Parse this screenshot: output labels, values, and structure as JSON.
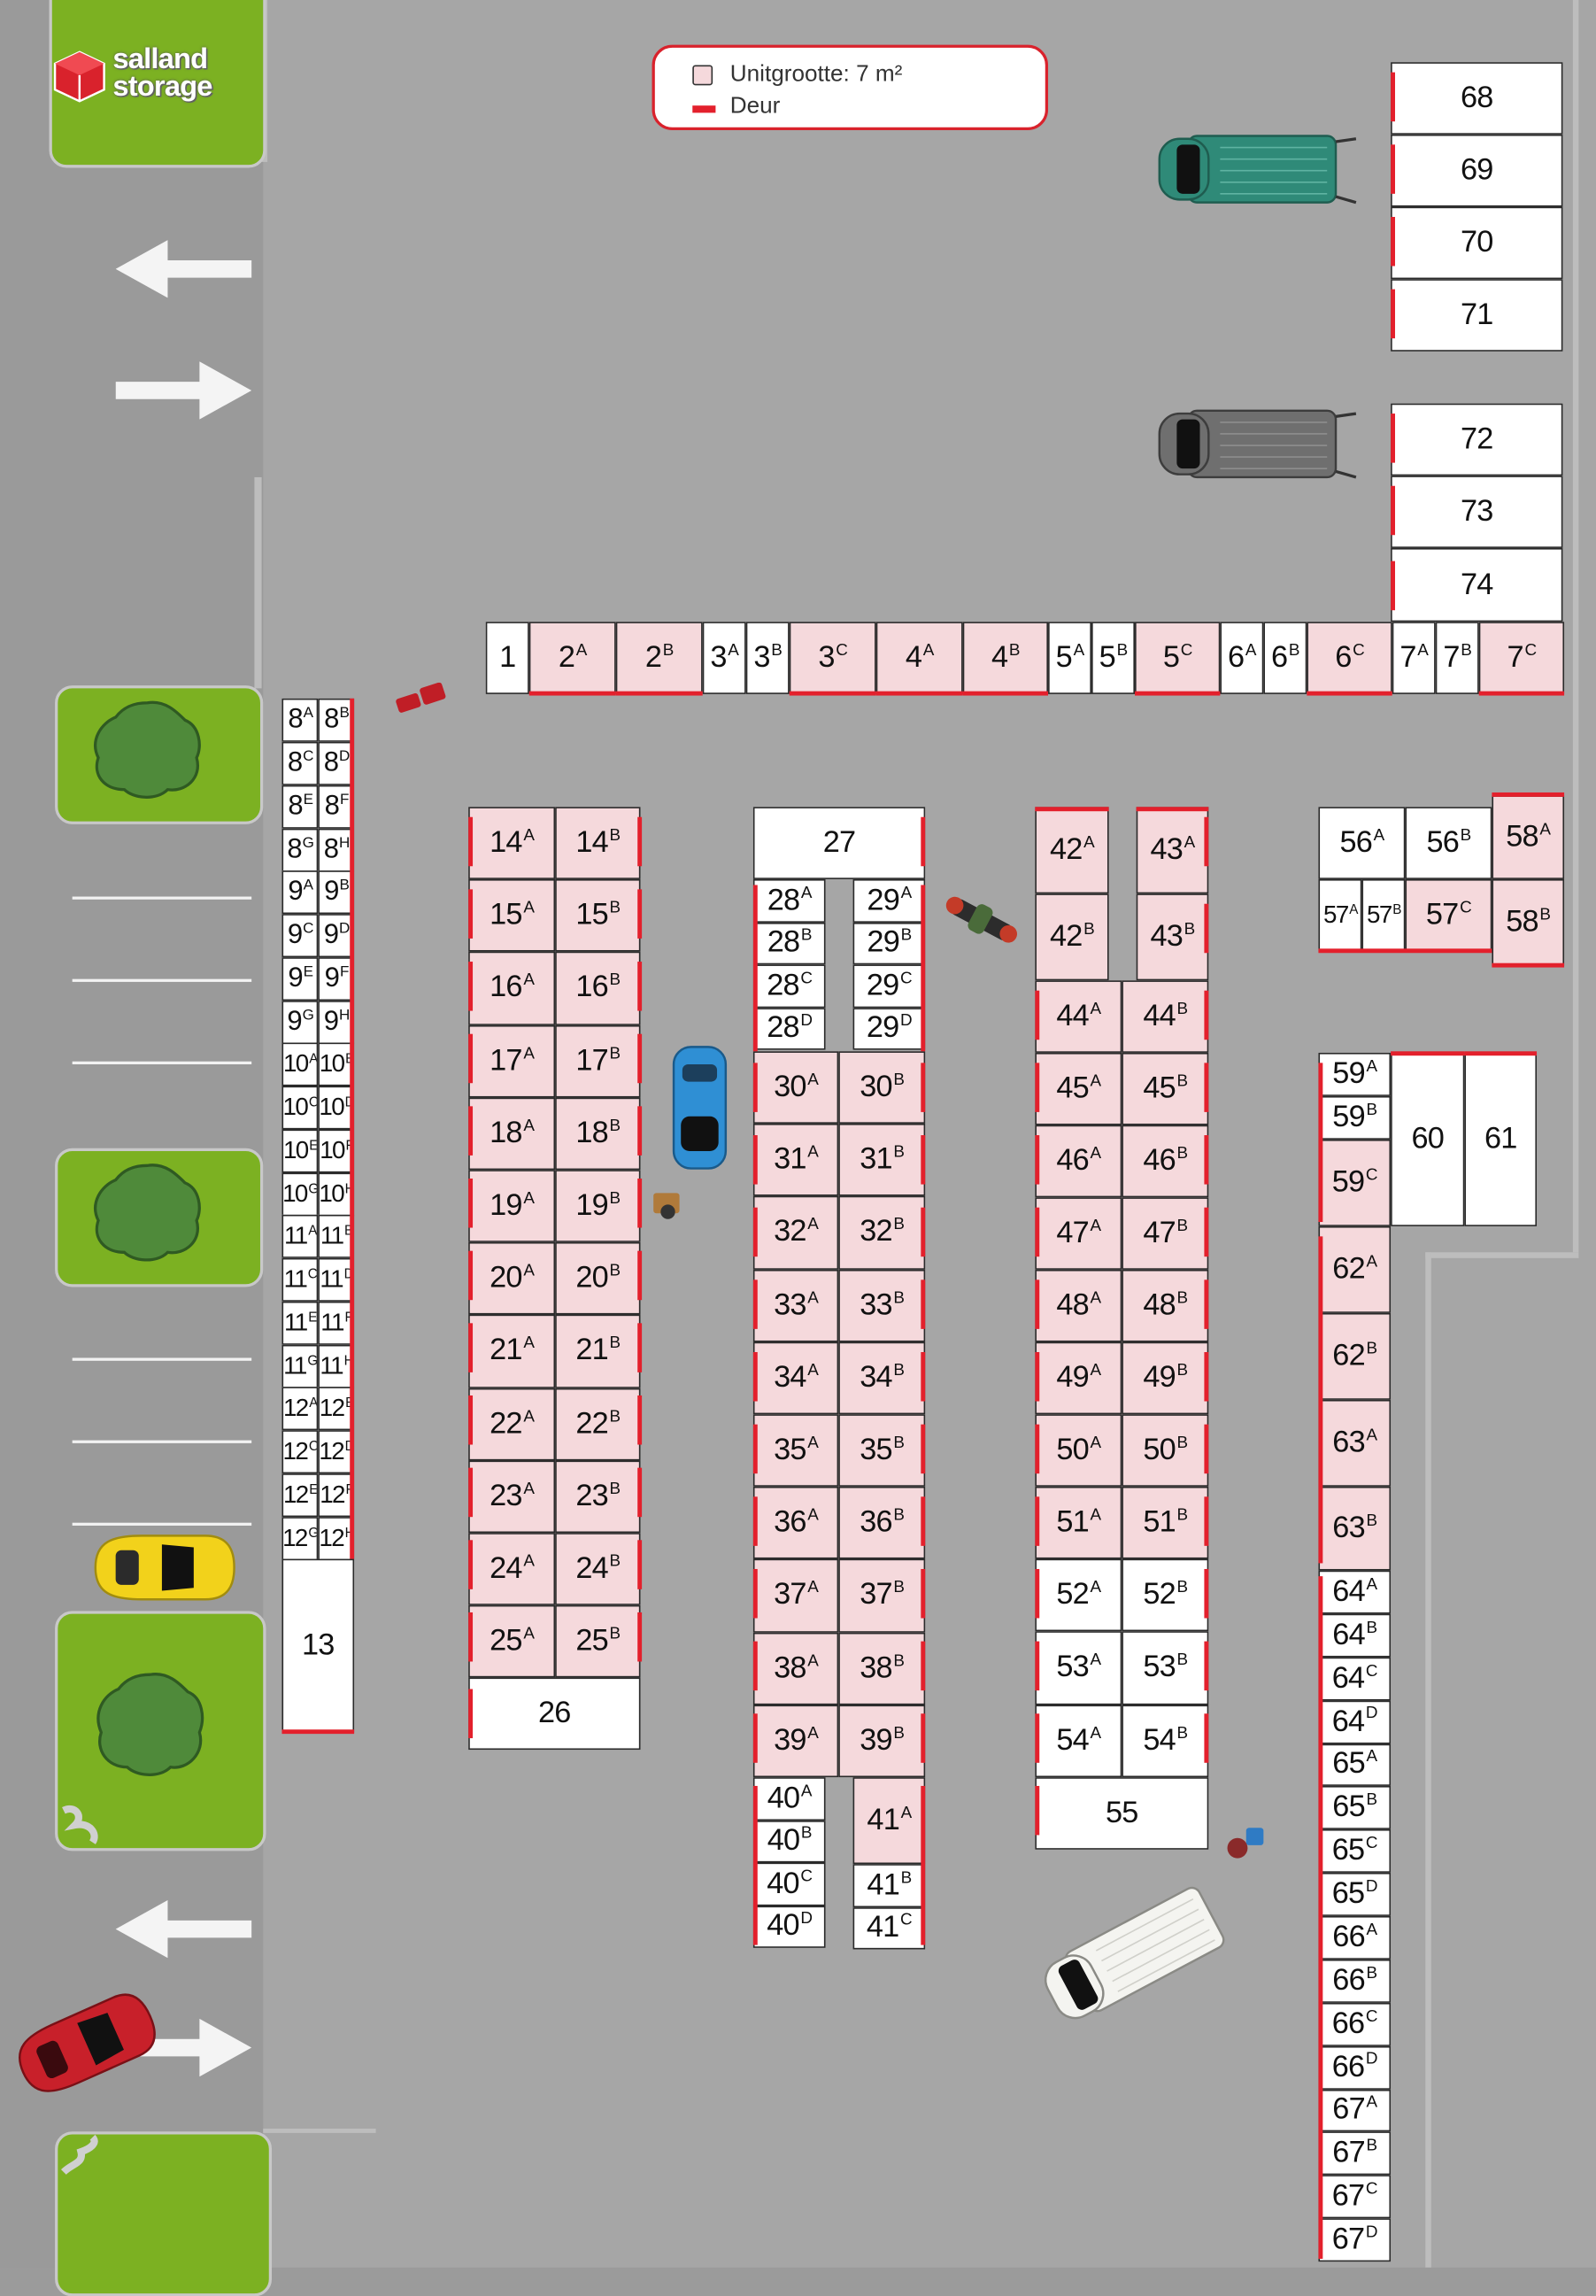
{
  "brand": {
    "name_line1": "salland",
    "name_line2": "storage"
  },
  "legend": {
    "unit_size": "Unitgrootte: 7 m²",
    "door": "Deur"
  },
  "colors": {
    "unit_highlight": "#f5d9dc",
    "door": "#e3202c",
    "grass": "#7cb122",
    "lot": "#a6a6a6"
  },
  "units": [
    {
      "id": "68",
      "l": "68"
    },
    {
      "id": "69",
      "l": "69"
    },
    {
      "id": "70",
      "l": "70"
    },
    {
      "id": "71",
      "l": "71"
    },
    {
      "id": "72",
      "l": "72"
    },
    {
      "id": "73",
      "l": "73"
    },
    {
      "id": "74",
      "l": "74"
    },
    {
      "id": "1",
      "l": "1"
    },
    {
      "id": "2A",
      "l": "2",
      "s": "A"
    },
    {
      "id": "2B",
      "l": "2",
      "s": "B"
    },
    {
      "id": "3A",
      "l": "3",
      "s": "A"
    },
    {
      "id": "3B",
      "l": "3",
      "s": "B"
    },
    {
      "id": "3C",
      "l": "3",
      "s": "C"
    },
    {
      "id": "4A",
      "l": "4",
      "s": "A"
    },
    {
      "id": "4B",
      "l": "4",
      "s": "B"
    },
    {
      "id": "5A",
      "l": "5",
      "s": "A"
    },
    {
      "id": "5B",
      "l": "5",
      "s": "B"
    },
    {
      "id": "5C",
      "l": "5",
      "s": "C"
    },
    {
      "id": "6A",
      "l": "6",
      "s": "A"
    },
    {
      "id": "6B",
      "l": "6",
      "s": "B"
    },
    {
      "id": "6C",
      "l": "6",
      "s": "C"
    },
    {
      "id": "7A",
      "l": "7",
      "s": "A"
    },
    {
      "id": "7B",
      "l": "7",
      "s": "B"
    },
    {
      "id": "7C",
      "l": "7",
      "s": "C"
    },
    {
      "id": "8A",
      "l": "8",
      "s": "A"
    },
    {
      "id": "8B",
      "l": "8",
      "s": "B"
    },
    {
      "id": "8C",
      "l": "8",
      "s": "C"
    },
    {
      "id": "8D",
      "l": "8",
      "s": "D"
    },
    {
      "id": "8E",
      "l": "8",
      "s": "E"
    },
    {
      "id": "8F",
      "l": "8",
      "s": "F"
    },
    {
      "id": "8G",
      "l": "8",
      "s": "G"
    },
    {
      "id": "8H",
      "l": "8",
      "s": "H"
    },
    {
      "id": "9A",
      "l": "9",
      "s": "A"
    },
    {
      "id": "9B",
      "l": "9",
      "s": "B"
    },
    {
      "id": "9C",
      "l": "9",
      "s": "C"
    },
    {
      "id": "9D",
      "l": "9",
      "s": "D"
    },
    {
      "id": "9E",
      "l": "9",
      "s": "E"
    },
    {
      "id": "9F",
      "l": "9",
      "s": "F"
    },
    {
      "id": "9G",
      "l": "9",
      "s": "G"
    },
    {
      "id": "9H",
      "l": "9",
      "s": "H"
    },
    {
      "id": "10A",
      "l": "10",
      "s": "A"
    },
    {
      "id": "10B",
      "l": "10",
      "s": "B"
    },
    {
      "id": "10C",
      "l": "10",
      "s": "C"
    },
    {
      "id": "10D",
      "l": "10",
      "s": "D"
    },
    {
      "id": "10E",
      "l": "10",
      "s": "E"
    },
    {
      "id": "10F",
      "l": "10",
      "s": "F"
    },
    {
      "id": "10G",
      "l": "10",
      "s": "G"
    },
    {
      "id": "10H",
      "l": "10",
      "s": "H"
    },
    {
      "id": "11A",
      "l": "11",
      "s": "A"
    },
    {
      "id": "11B",
      "l": "11",
      "s": "B"
    },
    {
      "id": "11C",
      "l": "11",
      "s": "C"
    },
    {
      "id": "11D",
      "l": "11",
      "s": "D"
    },
    {
      "id": "11E",
      "l": "11",
      "s": "E"
    },
    {
      "id": "11F",
      "l": "11",
      "s": "F"
    },
    {
      "id": "11G",
      "l": "11",
      "s": "G"
    },
    {
      "id": "11H",
      "l": "11",
      "s": "H"
    },
    {
      "id": "12A",
      "l": "12",
      "s": "A"
    },
    {
      "id": "12B",
      "l": "12",
      "s": "B"
    },
    {
      "id": "12C",
      "l": "12",
      "s": "C"
    },
    {
      "id": "12D",
      "l": "12",
      "s": "D"
    },
    {
      "id": "12E",
      "l": "12",
      "s": "E"
    },
    {
      "id": "12F",
      "l": "12",
      "s": "F"
    },
    {
      "id": "12G",
      "l": "12",
      "s": "G"
    },
    {
      "id": "12H",
      "l": "12",
      "s": "H"
    },
    {
      "id": "13",
      "l": "13"
    },
    {
      "id": "14A",
      "l": "14",
      "s": "A"
    },
    {
      "id": "14B",
      "l": "14",
      "s": "B"
    },
    {
      "id": "15A",
      "l": "15",
      "s": "A"
    },
    {
      "id": "15B",
      "l": "15",
      "s": "B"
    },
    {
      "id": "16A",
      "l": "16",
      "s": "A"
    },
    {
      "id": "16B",
      "l": "16",
      "s": "B"
    },
    {
      "id": "17A",
      "l": "17",
      "s": "A"
    },
    {
      "id": "17B",
      "l": "17",
      "s": "B"
    },
    {
      "id": "18A",
      "l": "18",
      "s": "A"
    },
    {
      "id": "18B",
      "l": "18",
      "s": "B"
    },
    {
      "id": "19A",
      "l": "19",
      "s": "A"
    },
    {
      "id": "19B",
      "l": "19",
      "s": "B"
    },
    {
      "id": "20A",
      "l": "20",
      "s": "A"
    },
    {
      "id": "20B",
      "l": "20",
      "s": "B"
    },
    {
      "id": "21A",
      "l": "21",
      "s": "A"
    },
    {
      "id": "21B",
      "l": "21",
      "s": "B"
    },
    {
      "id": "22A",
      "l": "22",
      "s": "A"
    },
    {
      "id": "22B",
      "l": "22",
      "s": "B"
    },
    {
      "id": "23A",
      "l": "23",
      "s": "A"
    },
    {
      "id": "23B",
      "l": "23",
      "s": "B"
    },
    {
      "id": "24A",
      "l": "24",
      "s": "A"
    },
    {
      "id": "24B",
      "l": "24",
      "s": "B"
    },
    {
      "id": "25A",
      "l": "25",
      "s": "A"
    },
    {
      "id": "25B",
      "l": "25",
      "s": "B"
    },
    {
      "id": "26",
      "l": "26"
    },
    {
      "id": "27",
      "l": "27"
    },
    {
      "id": "28A",
      "l": "28",
      "s": "A"
    },
    {
      "id": "28B",
      "l": "28",
      "s": "B"
    },
    {
      "id": "28C",
      "l": "28",
      "s": "C"
    },
    {
      "id": "28D",
      "l": "28",
      "s": "D"
    },
    {
      "id": "29A",
      "l": "29",
      "s": "A"
    },
    {
      "id": "29B",
      "l": "29",
      "s": "B"
    },
    {
      "id": "29C",
      "l": "29",
      "s": "C"
    },
    {
      "id": "29D",
      "l": "29",
      "s": "D"
    },
    {
      "id": "30A",
      "l": "30",
      "s": "A"
    },
    {
      "id": "30B",
      "l": "30",
      "s": "B"
    },
    {
      "id": "31A",
      "l": "31",
      "s": "A"
    },
    {
      "id": "31B",
      "l": "31",
      "s": "B"
    },
    {
      "id": "32A",
      "l": "32",
      "s": "A"
    },
    {
      "id": "32B",
      "l": "32",
      "s": "B"
    },
    {
      "id": "33A",
      "l": "33",
      "s": "A"
    },
    {
      "id": "33B",
      "l": "33",
      "s": "B"
    },
    {
      "id": "34A",
      "l": "34",
      "s": "A"
    },
    {
      "id": "34B",
      "l": "34",
      "s": "B"
    },
    {
      "id": "35A",
      "l": "35",
      "s": "A"
    },
    {
      "id": "35B",
      "l": "35",
      "s": "B"
    },
    {
      "id": "36A",
      "l": "36",
      "s": "A"
    },
    {
      "id": "36B",
      "l": "36",
      "s": "B"
    },
    {
      "id": "37A",
      "l": "37",
      "s": "A"
    },
    {
      "id": "37B",
      "l": "37",
      "s": "B"
    },
    {
      "id": "38A",
      "l": "38",
      "s": "A"
    },
    {
      "id": "38B",
      "l": "38",
      "s": "B"
    },
    {
      "id": "39A",
      "l": "39",
      "s": "A"
    },
    {
      "id": "39B",
      "l": "39",
      "s": "B"
    },
    {
      "id": "40A",
      "l": "40",
      "s": "A"
    },
    {
      "id": "40B",
      "l": "40",
      "s": "B"
    },
    {
      "id": "40C",
      "l": "40",
      "s": "C"
    },
    {
      "id": "40D",
      "l": "40",
      "s": "D"
    },
    {
      "id": "41A",
      "l": "41",
      "s": "A"
    },
    {
      "id": "41B",
      "l": "41",
      "s": "B"
    },
    {
      "id": "41C",
      "l": "41",
      "s": "C"
    },
    {
      "id": "42A",
      "l": "42",
      "s": "A"
    },
    {
      "id": "42B",
      "l": "42",
      "s": "B"
    },
    {
      "id": "43A",
      "l": "43",
      "s": "A"
    },
    {
      "id": "43B",
      "l": "43",
      "s": "B"
    },
    {
      "id": "44A",
      "l": "44",
      "s": "A"
    },
    {
      "id": "44B",
      "l": "44",
      "s": "B"
    },
    {
      "id": "45A",
      "l": "45",
      "s": "A"
    },
    {
      "id": "45B",
      "l": "45",
      "s": "B"
    },
    {
      "id": "46A",
      "l": "46",
      "s": "A"
    },
    {
      "id": "46B",
      "l": "46",
      "s": "B"
    },
    {
      "id": "47A",
      "l": "47",
      "s": "A"
    },
    {
      "id": "47B",
      "l": "47",
      "s": "B"
    },
    {
      "id": "48A",
      "l": "48",
      "s": "A"
    },
    {
      "id": "48B",
      "l": "48",
      "s": "B"
    },
    {
      "id": "49A",
      "l": "49",
      "s": "A"
    },
    {
      "id": "49B",
      "l": "49",
      "s": "B"
    },
    {
      "id": "50A",
      "l": "50",
      "s": "A"
    },
    {
      "id": "50B",
      "l": "50",
      "s": "B"
    },
    {
      "id": "51A",
      "l": "51",
      "s": "A"
    },
    {
      "id": "51B",
      "l": "51",
      "s": "B"
    },
    {
      "id": "52A",
      "l": "52",
      "s": "A"
    },
    {
      "id": "52B",
      "l": "52",
      "s": "B"
    },
    {
      "id": "53A",
      "l": "53",
      "s": "A"
    },
    {
      "id": "53B",
      "l": "53",
      "s": "B"
    },
    {
      "id": "54A",
      "l": "54",
      "s": "A"
    },
    {
      "id": "54B",
      "l": "54",
      "s": "B"
    },
    {
      "id": "55",
      "l": "55"
    },
    {
      "id": "56A",
      "l": "56",
      "s": "A"
    },
    {
      "id": "56B",
      "l": "56",
      "s": "B"
    },
    {
      "id": "57A",
      "l": "57",
      "s": "A"
    },
    {
      "id": "57B",
      "l": "57",
      "s": "B"
    },
    {
      "id": "57C",
      "l": "57",
      "s": "C"
    },
    {
      "id": "58A",
      "l": "58",
      "s": "A"
    },
    {
      "id": "58B",
      "l": "58",
      "s": "B"
    },
    {
      "id": "59A",
      "l": "59",
      "s": "A"
    },
    {
      "id": "59B",
      "l": "59",
      "s": "B"
    },
    {
      "id": "59C",
      "l": "59",
      "s": "C"
    },
    {
      "id": "60",
      "l": "60"
    },
    {
      "id": "61",
      "l": "61"
    },
    {
      "id": "62A",
      "l": "62",
      "s": "A"
    },
    {
      "id": "62B",
      "l": "62",
      "s": "B"
    },
    {
      "id": "63A",
      "l": "63",
      "s": "A"
    },
    {
      "id": "63B",
      "l": "63",
      "s": "B"
    },
    {
      "id": "64A",
      "l": "64",
      "s": "A"
    },
    {
      "id": "64B",
      "l": "64",
      "s": "B"
    },
    {
      "id": "64C",
      "l": "64",
      "s": "C"
    },
    {
      "id": "64D",
      "l": "64",
      "s": "D"
    },
    {
      "id": "65A",
      "l": "65",
      "s": "A"
    },
    {
      "id": "65B",
      "l": "65",
      "s": "B"
    },
    {
      "id": "65C",
      "l": "65",
      "s": "C"
    },
    {
      "id": "65D",
      "l": "65",
      "s": "D"
    },
    {
      "id": "66A",
      "l": "66",
      "s": "A"
    },
    {
      "id": "66B",
      "l": "66",
      "s": "B"
    },
    {
      "id": "66C",
      "l": "66",
      "s": "C"
    },
    {
      "id": "66D",
      "l": "66",
      "s": "D"
    },
    {
      "id": "67A",
      "l": "67",
      "s": "A"
    },
    {
      "id": "67B",
      "l": "67",
      "s": "B"
    },
    {
      "id": "67C",
      "l": "67",
      "s": "C"
    },
    {
      "id": "67D",
      "l": "67",
      "s": "D"
    }
  ]
}
